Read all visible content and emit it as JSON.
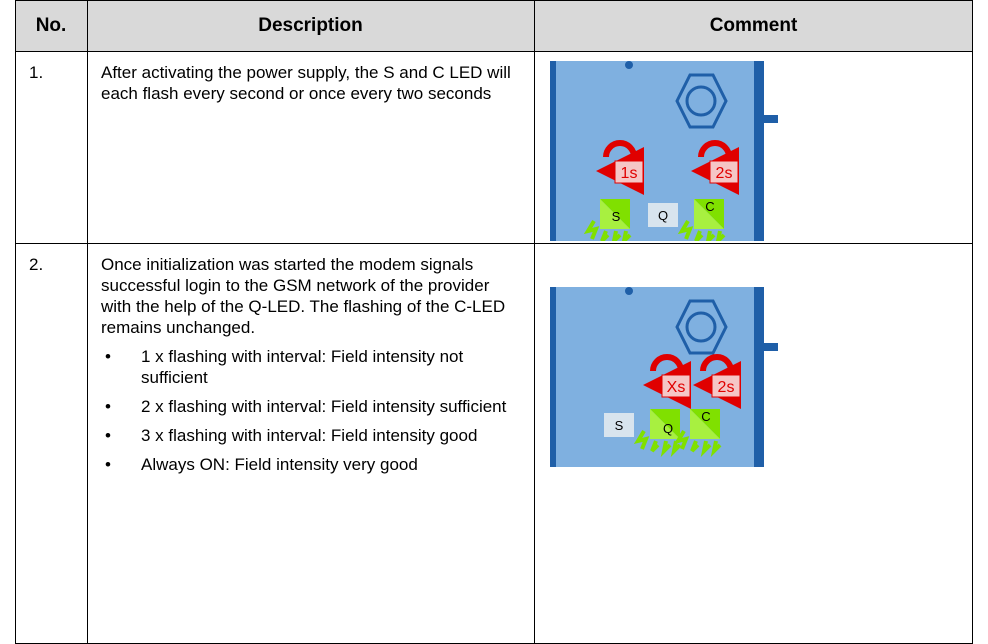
{
  "table": {
    "headers": {
      "no": "No.",
      "description": "Description",
      "comment": "Comment"
    },
    "rows": [
      {
        "no": "1.",
        "description": "After activating the power supply, the S and C LED will each flash every second or once every two seconds",
        "illustration": {
          "panel_color": "#7fb0e0",
          "frame_color": "#1f5fa8",
          "leds": [
            "S",
            "Q",
            "C"
          ],
          "flashing": [
            "S",
            "C"
          ],
          "timer_labels": [
            "1s",
            "2s"
          ]
        }
      },
      {
        "no": "2.",
        "description": "Once initialization was started the modem signals successful login to the GSM network of the provider with the help of the Q-LED. The flashing of the C-LED remains unchanged.",
        "bullets": [
          "1 x flashing with interval: Field intensity not sufficient",
          "2 x flashing with interval: Field intensity sufficient",
          "3 x flashing with interval: Field intensity good",
          "Always ON: Field intensity very good"
        ],
        "illustration": {
          "panel_color": "#7fb0e0",
          "frame_color": "#1f5fa8",
          "leds": [
            "S",
            "Q",
            "C"
          ],
          "flashing": [
            "Q",
            "C"
          ],
          "timer_labels": [
            "Xs",
            "2s"
          ]
        }
      }
    ]
  }
}
